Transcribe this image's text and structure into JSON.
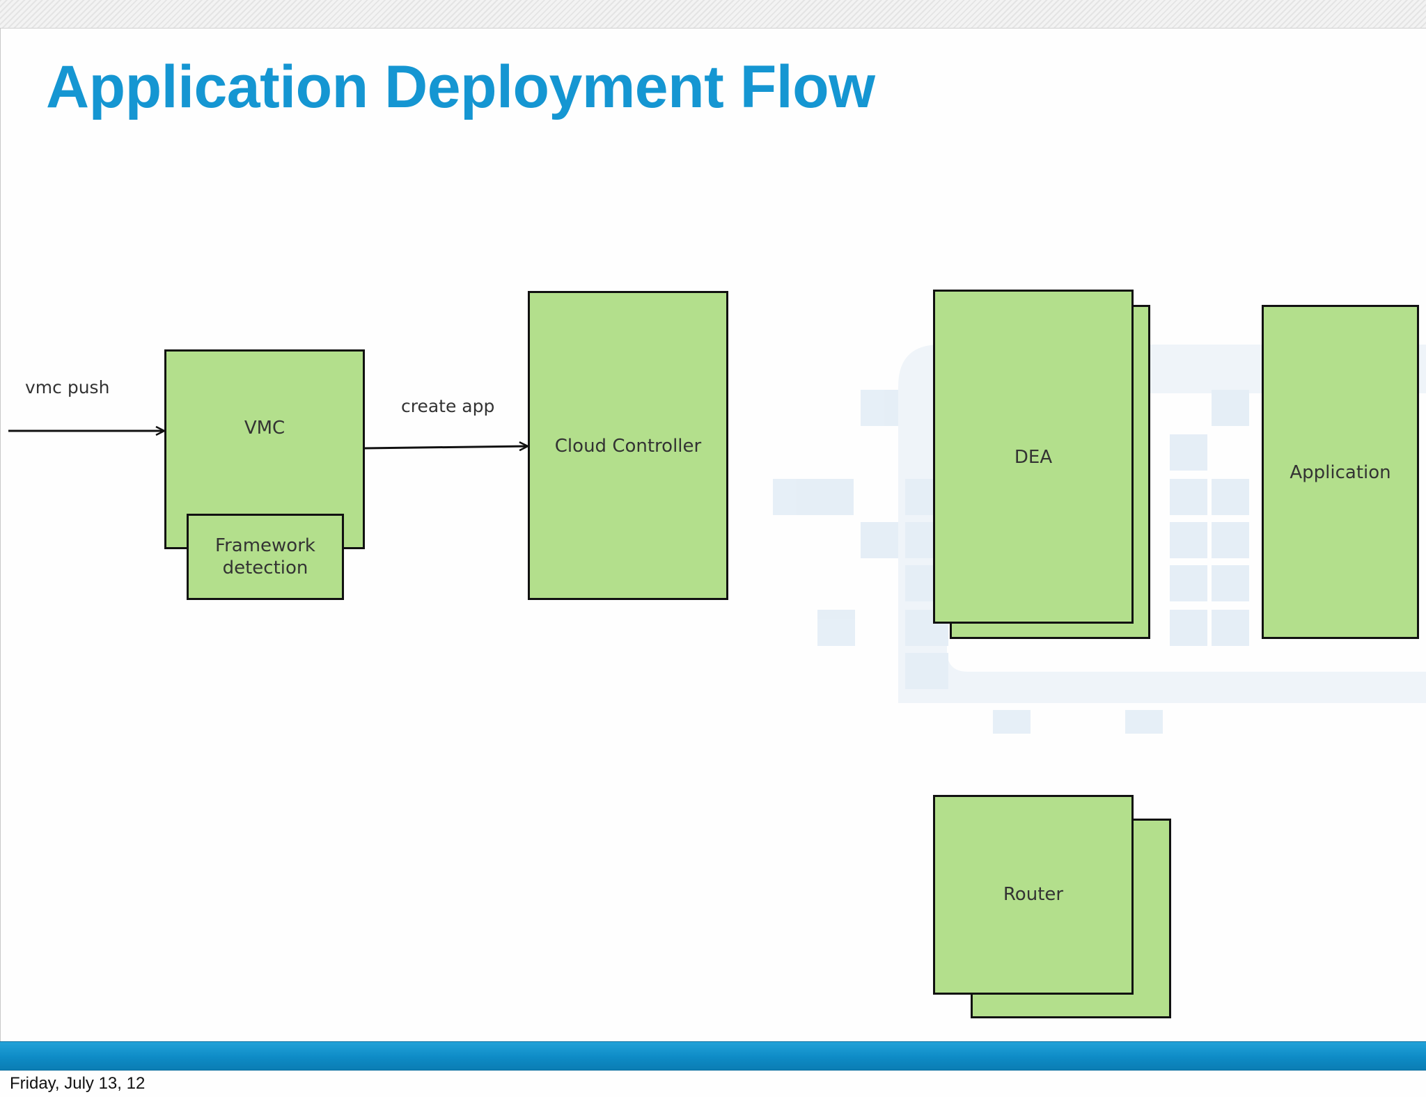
{
  "slide": {
    "title": "Application Deployment Flow",
    "footer_date": "Friday, July 13, 12",
    "accent_color": "#1596d2",
    "box_color": "#b3df8c",
    "band_color": "#0e8bc6"
  },
  "diagram": {
    "nodes": {
      "vmc": "VMC",
      "framework_detection_line1": "Framework",
      "framework_detection_line2": "detection",
      "cloud_controller": "Cloud Controller",
      "dea": "DEA",
      "application": "Application",
      "router": "Router"
    },
    "edges": {
      "vmc_push": "vmc push",
      "create_app": "create app"
    }
  }
}
